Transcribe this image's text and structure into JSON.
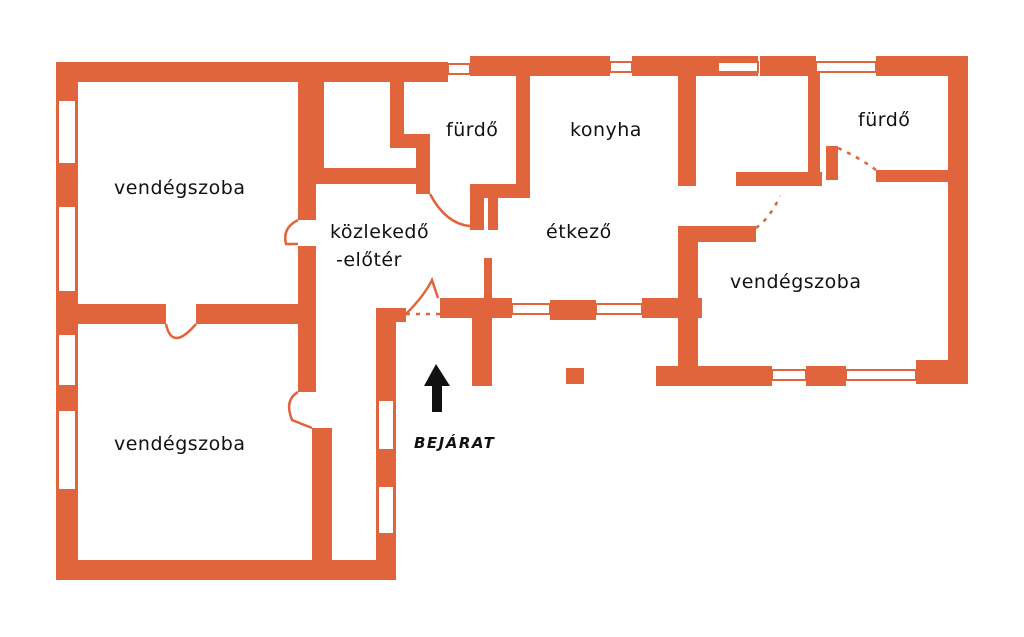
{
  "colors": {
    "wall": "#e0643c",
    "window": "#ffffff",
    "text": "#111111",
    "arrow": "#111111"
  },
  "rooms": {
    "guest_room_top_left": "vendégszoba",
    "guest_room_bottom_left": "vendégszoba",
    "guest_room_right": "vendégszoba",
    "corridor_line1": "közlekedő",
    "corridor_line2": "-előtér",
    "bathroom_left": "fürdő",
    "bathroom_right": "fürdő",
    "kitchen": "konyha",
    "dining": "étkező"
  },
  "entrance": {
    "label": "BEJÁRAT",
    "icon": "arrow-up-icon"
  }
}
